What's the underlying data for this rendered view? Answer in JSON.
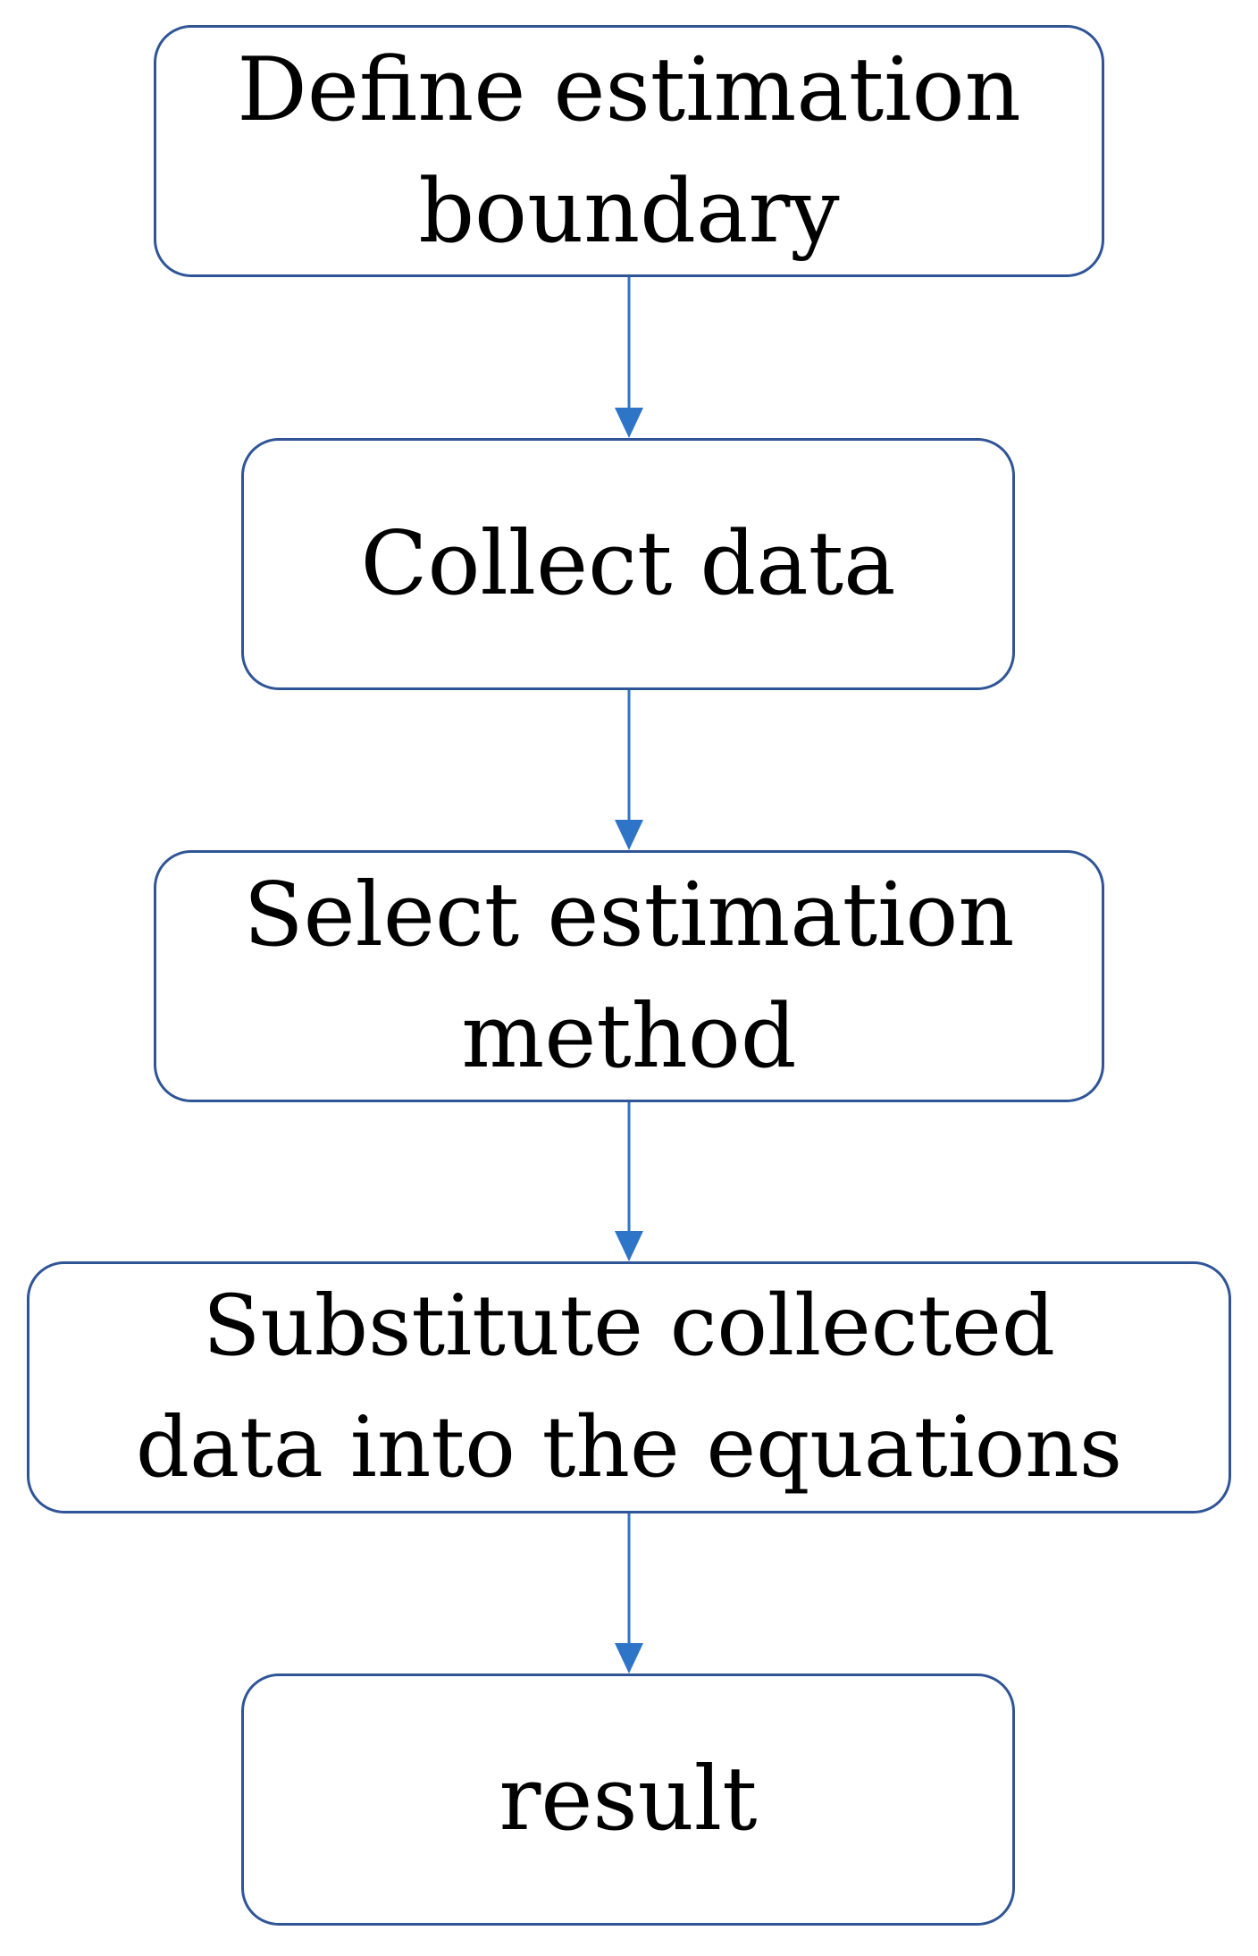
{
  "flowchart": {
    "steps": [
      {
        "line1": "Define estimation",
        "line2": "boundary"
      },
      {
        "line1": "Collect data",
        "line2": ""
      },
      {
        "line1": "Select estimation",
        "line2": "method"
      },
      {
        "line1": "Substitute collected",
        "line2": "data into the equations"
      },
      {
        "line1": "result",
        "line2": ""
      }
    ],
    "colors": {
      "box_border": "#2f5597",
      "arrow": "#2e75c8",
      "text": "#000000",
      "background": "#ffffff"
    }
  }
}
